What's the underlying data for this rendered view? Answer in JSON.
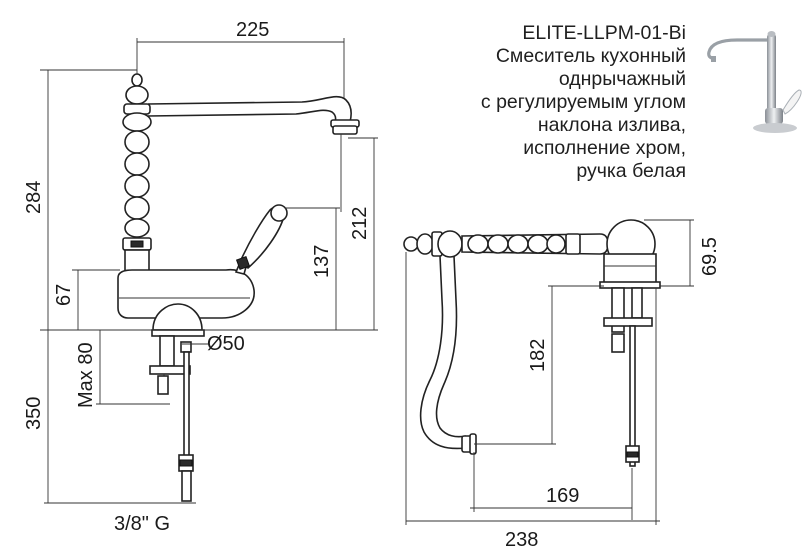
{
  "product": {
    "model": "ELITE-LLPM-01-Bi",
    "description_lines": [
      "Смеситель кухонный",
      "однрычажный",
      "с регулируемым углом",
      "наклона излива,",
      "исполнение хром,",
      "ручка белая"
    ]
  },
  "dimensions": {
    "spout_reach": "225",
    "total_height": "284",
    "spout_height": "212",
    "handle_height": "137",
    "body_height": "67",
    "max_thickness": "Max 80",
    "hose_length": "350",
    "shank_diameter": "Ø50",
    "thread": "3/8\" G",
    "side_body_height": "69.5",
    "side_drop": "182",
    "side_reach": "169",
    "side_total_width": "238"
  },
  "colors": {
    "line": "#222222",
    "text": "#1a1a1a"
  }
}
